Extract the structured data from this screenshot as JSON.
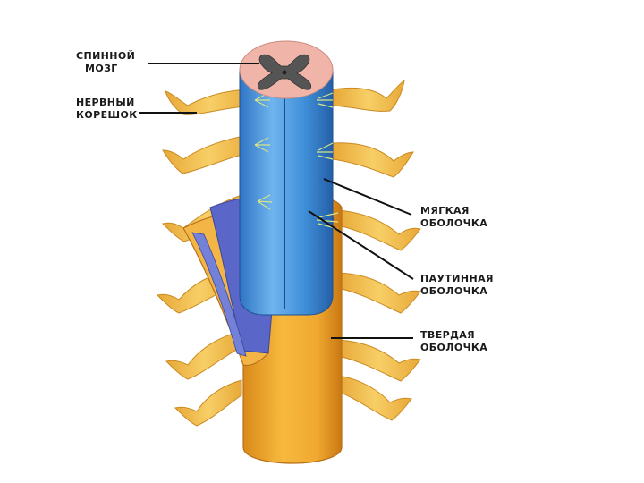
{
  "labels": {
    "spinal_cord": {
      "line1": "СПИННОЙ",
      "line2": "МОЗГ"
    },
    "nerve_root": {
      "line1": "НЕРВНЫЙ",
      "line2": "КОРЕШОК"
    },
    "pia_mater": {
      "line1": "МЯГКАЯ",
      "line2": "ОБОЛОЧКА"
    },
    "arachnoid": {
      "line1": "ПАУТИННАЯ",
      "line2": "ОБОЛОЧКА"
    },
    "dura_mater": {
      "line1": "ТВЕРДАЯ",
      "line2": "ОБОЛОЧКА"
    }
  },
  "colors": {
    "cord_blue": "#3f8fd8",
    "cord_blue_light": "#6fb4ee",
    "arachnoid_blue": "#5a67c8",
    "dura_orange": "#f0a830",
    "dura_orange_dark": "#d98a1a",
    "nerve_yellow": "#f2c04a",
    "cross_section_pink": "#f0b5a8",
    "grey_matter": "#555555"
  }
}
